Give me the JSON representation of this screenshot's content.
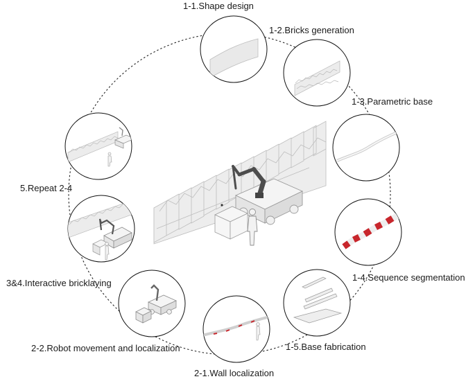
{
  "steps": {
    "s1_1": "1-1.Shape design",
    "s1_2": "1-2.Bricks generation",
    "s1_3": "1-3.Parametric base",
    "s1_4": "1-4.Sequence segmentation",
    "s1_5": "1-5.Base fabrication",
    "s2_1": "2-1.Wall localization",
    "s2_2": "2-2.Robot movement and localization",
    "s3_4": "3&4.Interactive bricklaying",
    "s5": "5.Repeat 2-4"
  },
  "colors": {
    "ring": "#222222",
    "circle_stroke": "#111111",
    "brick_fill": "#ececec",
    "brick_stroke": "#b9b9b9",
    "robot": "#555555",
    "highlight": "#c8262c"
  },
  "icons": {
    "center": "robot-bricklaying-wall-illustration",
    "stages": [
      "shape-panel-icon",
      "bricks-icon",
      "parametric-base-icon",
      "segmented-base-icon",
      "base-parts-icon",
      "wall-localization-icon",
      "mobile-robot-icon",
      "robot-bricklaying-icon",
      "repeat-wall-icon"
    ]
  }
}
